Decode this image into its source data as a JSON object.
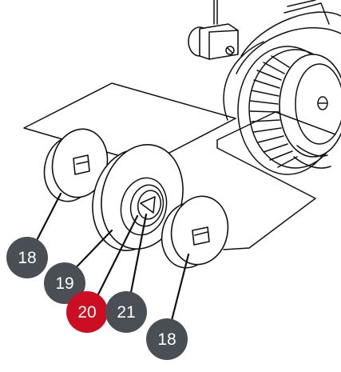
{
  "colors": {
    "callout_default": "#4a4e55",
    "callout_highlight": "#cc0d22",
    "callout_text": "#ffffff",
    "line_art": "#111111",
    "background": "#ffffff"
  },
  "callouts": [
    {
      "label": "18",
      "highlighted": false
    },
    {
      "label": "19",
      "highlighted": false
    },
    {
      "label": "20",
      "highlighted": true
    },
    {
      "label": "21",
      "highlighted": false
    },
    {
      "label": "18",
      "highlighted": false
    }
  ]
}
